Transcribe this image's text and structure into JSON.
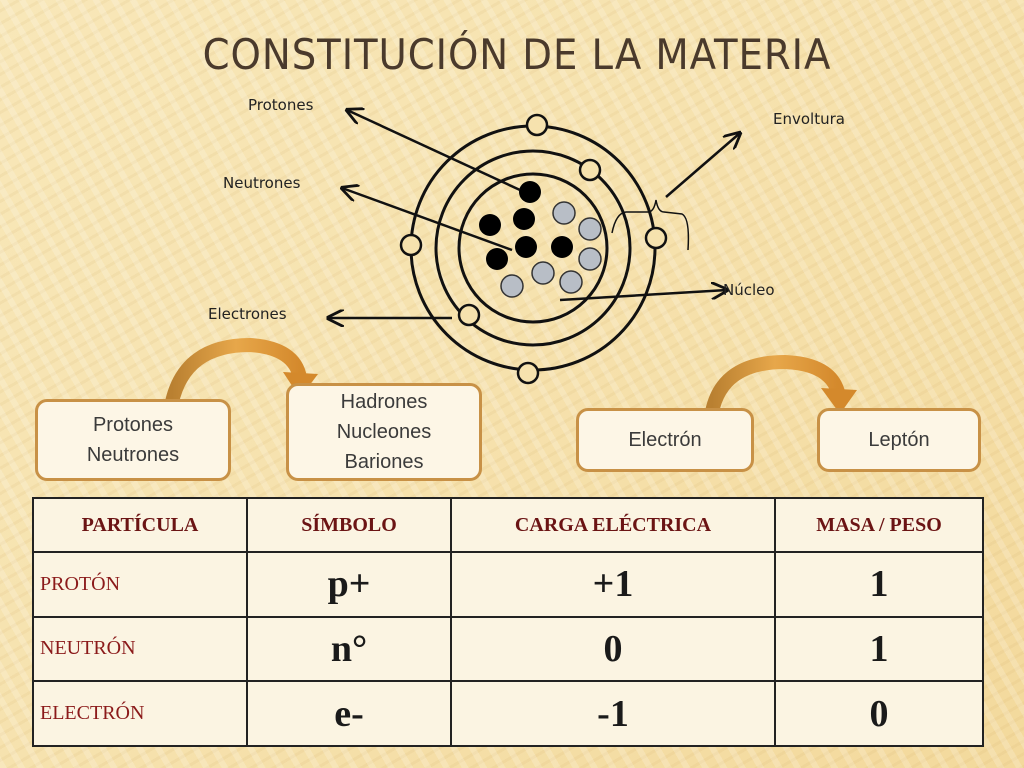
{
  "title": "CONSTITUCIÓN DE LA MATERIA",
  "atom_labels": {
    "protones": "Protones",
    "neutrones": "Neutrones",
    "electrones": "Electrones",
    "envoltura": "Envoltura",
    "nucleo": "Núcleo"
  },
  "classification": {
    "left_source": [
      "Protones",
      "Neutrones"
    ],
    "left_target": [
      "Hadrones",
      "Nucleones",
      "Bariones"
    ],
    "right_source": "Electrón",
    "right_target": "Leptón"
  },
  "table": {
    "headers": [
      "PARTÍCULA",
      "SÍMBOLO",
      "CARGA ELÉCTRICA",
      "MASA / PESO"
    ],
    "rows": [
      {
        "particula": "PROTÓN",
        "simbolo": "p+",
        "carga": "+1",
        "masa": "1"
      },
      {
        "particula": "NEUTRÓN",
        "simbolo": "n°",
        "carga": "0",
        "masa": "1"
      },
      {
        "particula": "ELECTRÓN",
        "simbolo": "e-",
        "carga": "-1",
        "masa": "0"
      }
    ]
  },
  "colors": {
    "title": "#4a3a2c",
    "box_border": "#c89146",
    "header_text": "#6b1414",
    "proton": "#000000",
    "neutron": "#b8bec6"
  }
}
